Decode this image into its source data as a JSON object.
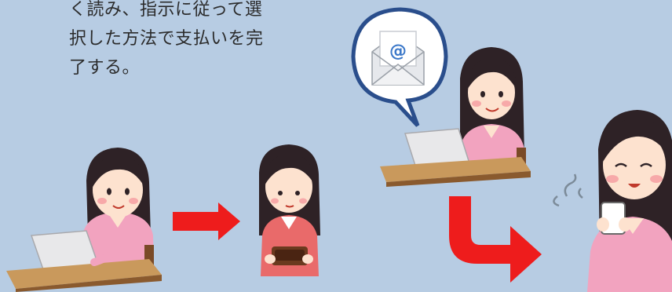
{
  "caption": {
    "lines": [
      "く読み、指示に従って選",
      "択した方法で支払いを完",
      "了する。"
    ]
  },
  "email_bubble": {
    "symbol": "@"
  },
  "colors": {
    "background": "#b7cce3",
    "arrow": "#ee1c1c",
    "hair": "#2e2226",
    "skin": "#fde2cf",
    "sweater_pink": "#f2a3bf",
    "sweater_red": "#e96a6a",
    "desk": "#c9995c",
    "envelope_blue": "#3b78c9"
  },
  "icons": [
    "woman-laptop-illustration",
    "right-arrow-icon",
    "woman-wallet-illustration",
    "email-speech-bubble-icon",
    "woman-laptop-smiling-illustration",
    "curved-arrow-icon",
    "woman-relaxed-coffee-illustration"
  ]
}
